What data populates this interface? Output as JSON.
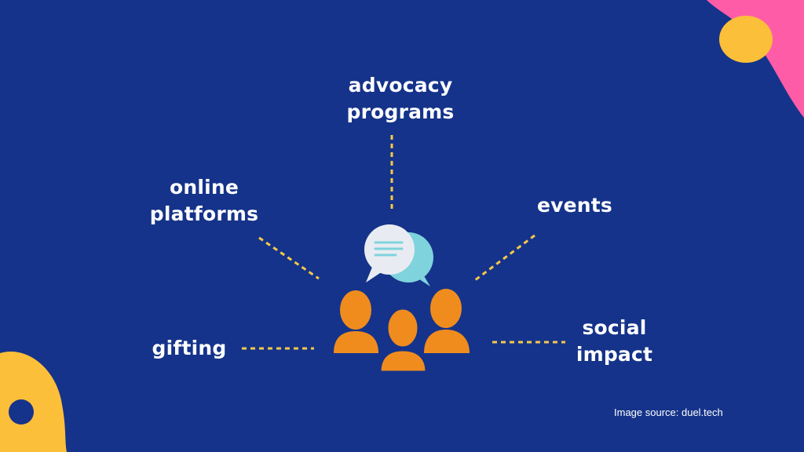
{
  "diagram": {
    "center": {
      "people_icon": "group-of-three-people",
      "chat_icon": "speech-bubbles"
    },
    "labels": {
      "advocacy": [
        "advocacy",
        "programs"
      ],
      "online": [
        "online",
        "platforms"
      ],
      "events": [
        "events"
      ],
      "gifting": [
        "gifting"
      ],
      "social": [
        "social",
        "impact"
      ]
    }
  },
  "footer": {
    "source": "Image source: duel.tech"
  },
  "colors": {
    "background": "#15338a",
    "people": "#f08c1e",
    "connector": "#f5c84a",
    "bubble_front": "#e8ecf2",
    "bubble_back": "#7fd3dc",
    "accent_yellow": "#fbbf3a",
    "accent_pink": "#ff5ca8"
  }
}
